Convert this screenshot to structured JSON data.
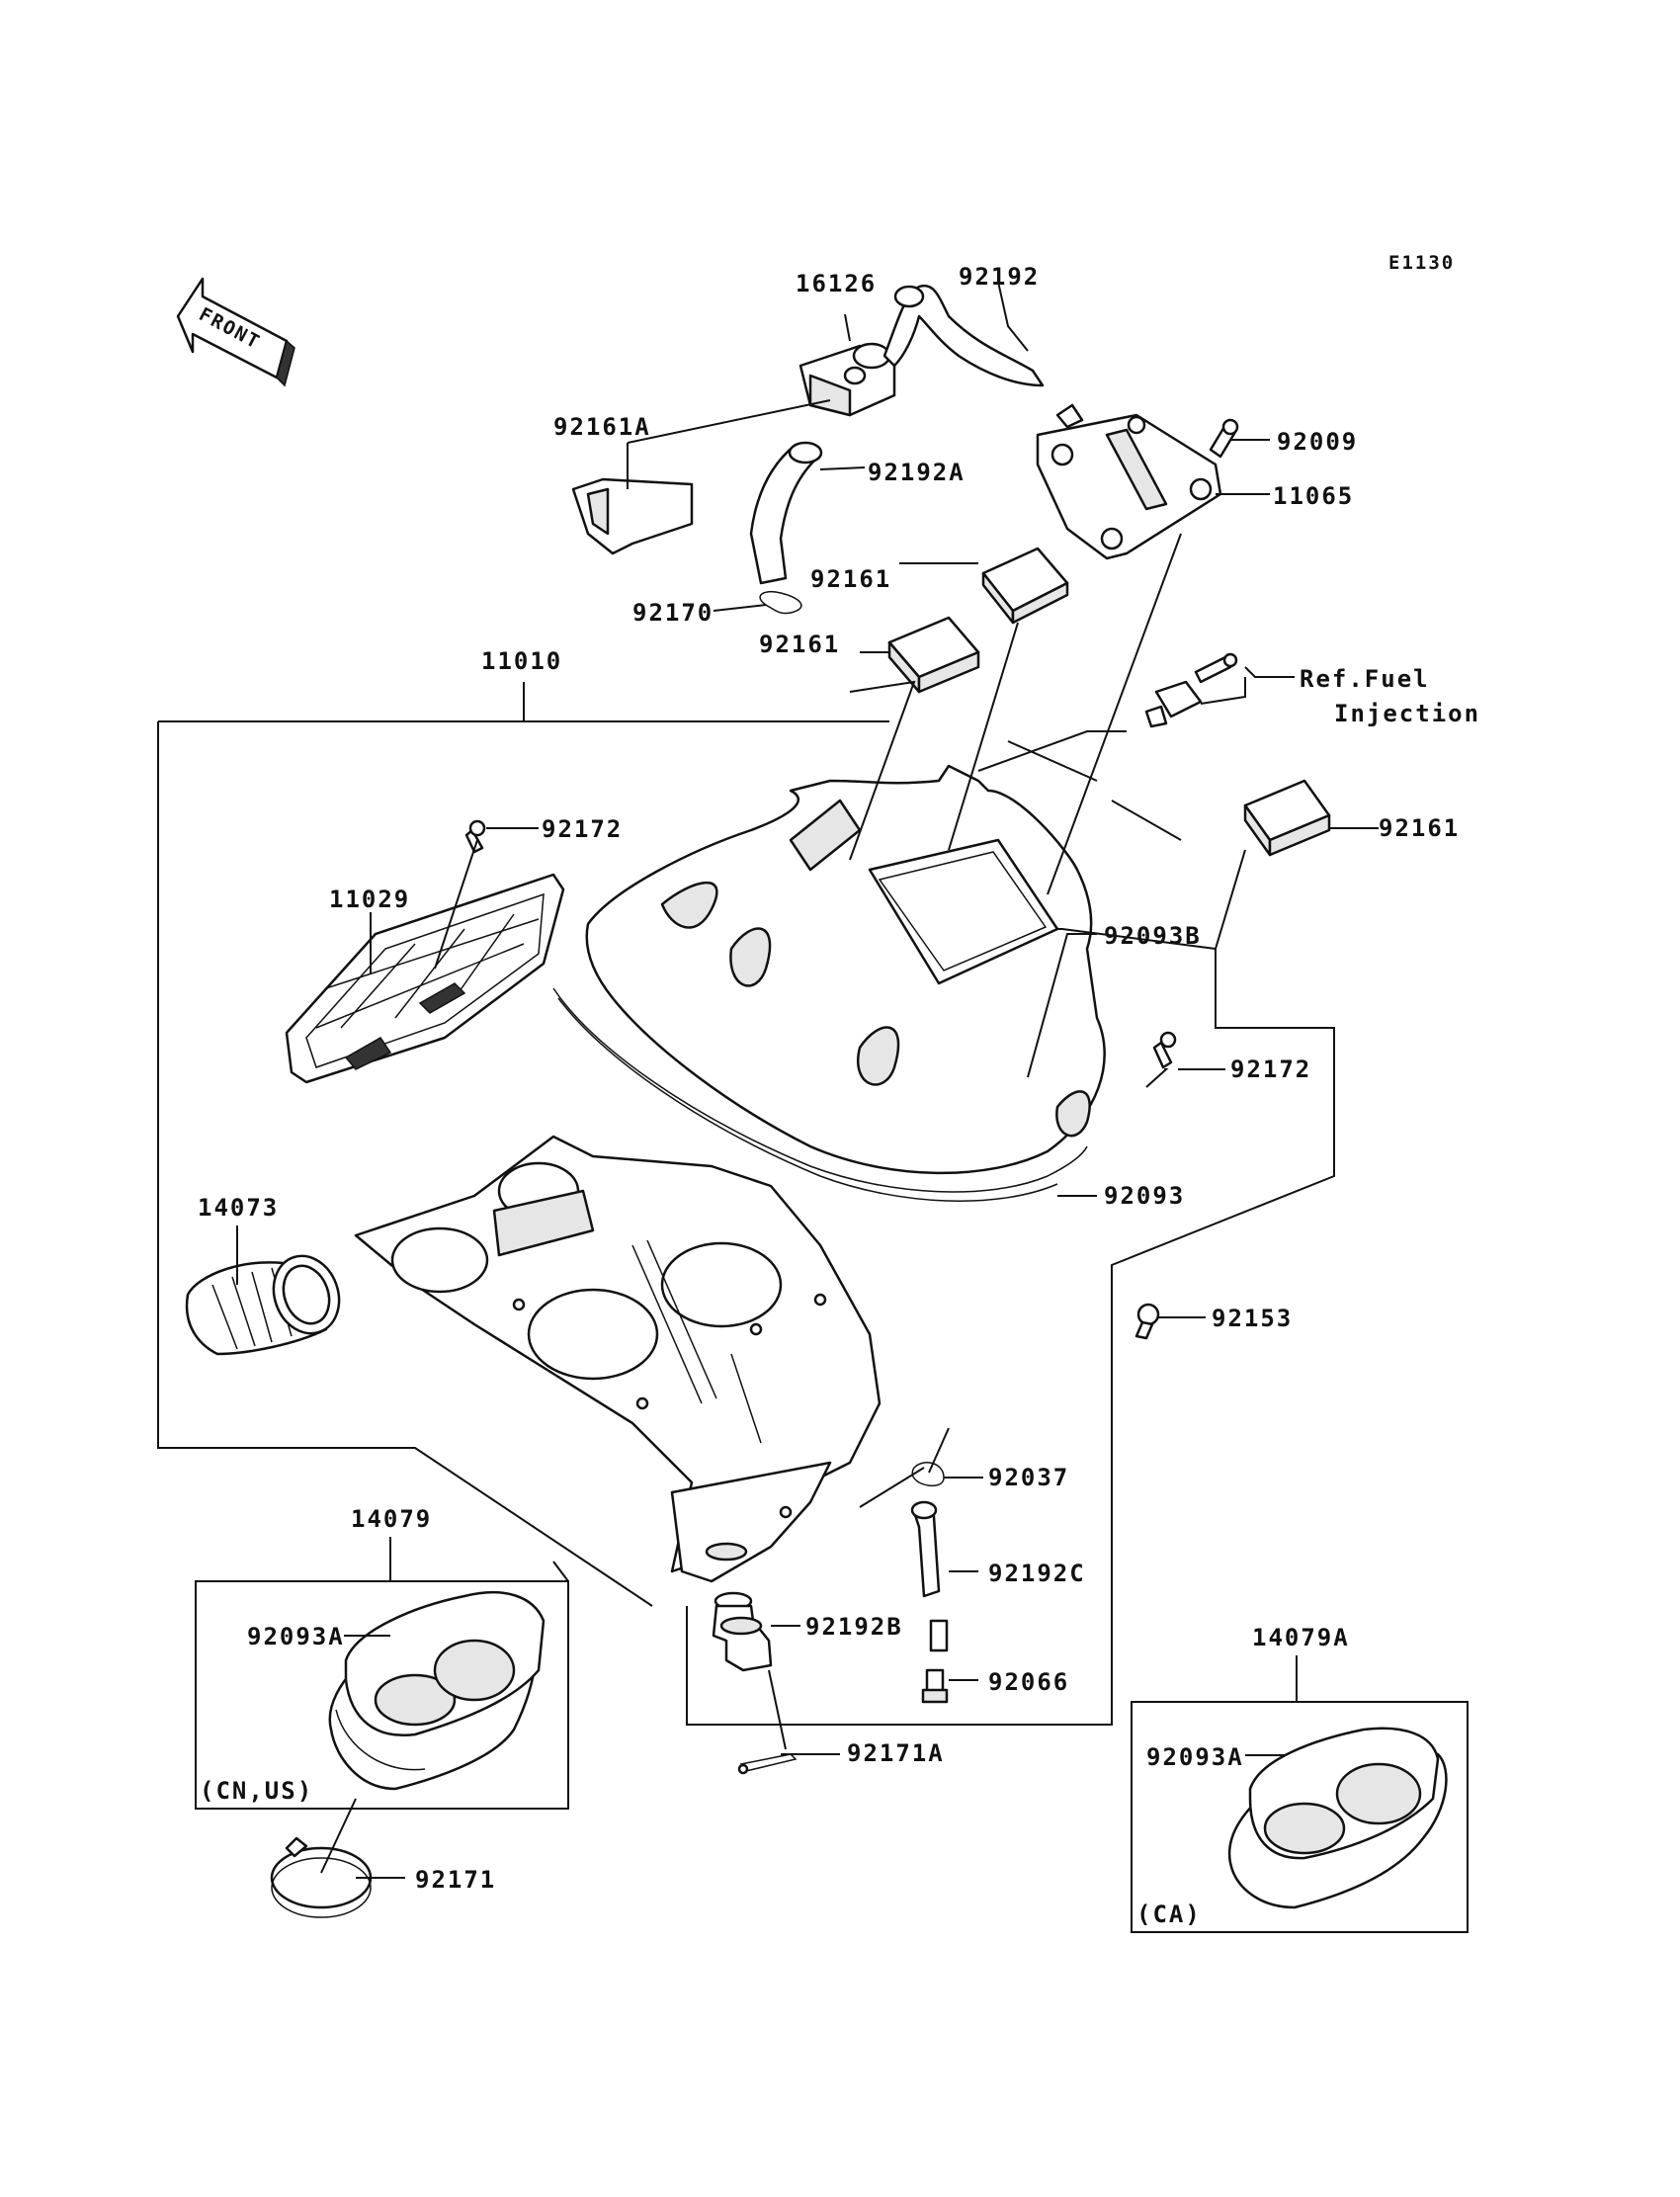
{
  "diagram_code": "E1130",
  "front_label": "FRONT",
  "parts": {
    "p16126": "16126",
    "p92192": "92192",
    "p92161A": "92161A",
    "p92192A": "92192A",
    "p92009": "92009",
    "p11065": "11065",
    "p92161_top": "92161",
    "p92170": "92170",
    "p92161_mid": "92161",
    "p11010": "11010",
    "ref_line1": "Ref.Fuel",
    "ref_line2": "Injection",
    "p92172_left": "92172",
    "p92161_right": "92161",
    "p11029": "11029",
    "p92093B": "92093B",
    "p92172_right": "92172",
    "p14073": "14073",
    "p92093": "92093",
    "p92153": "92153",
    "p14079": "14079",
    "p92037": "92037",
    "p92093A_left": "92093A",
    "p92192C": "92192C",
    "p92192B": "92192B",
    "p14079A": "14079A",
    "p92066": "92066",
    "p92171A": "92171A",
    "p92093A_right": "92093A",
    "region_cn_us": "(CN,US)",
    "p92171": "92171",
    "region_ca": "(CA)"
  }
}
